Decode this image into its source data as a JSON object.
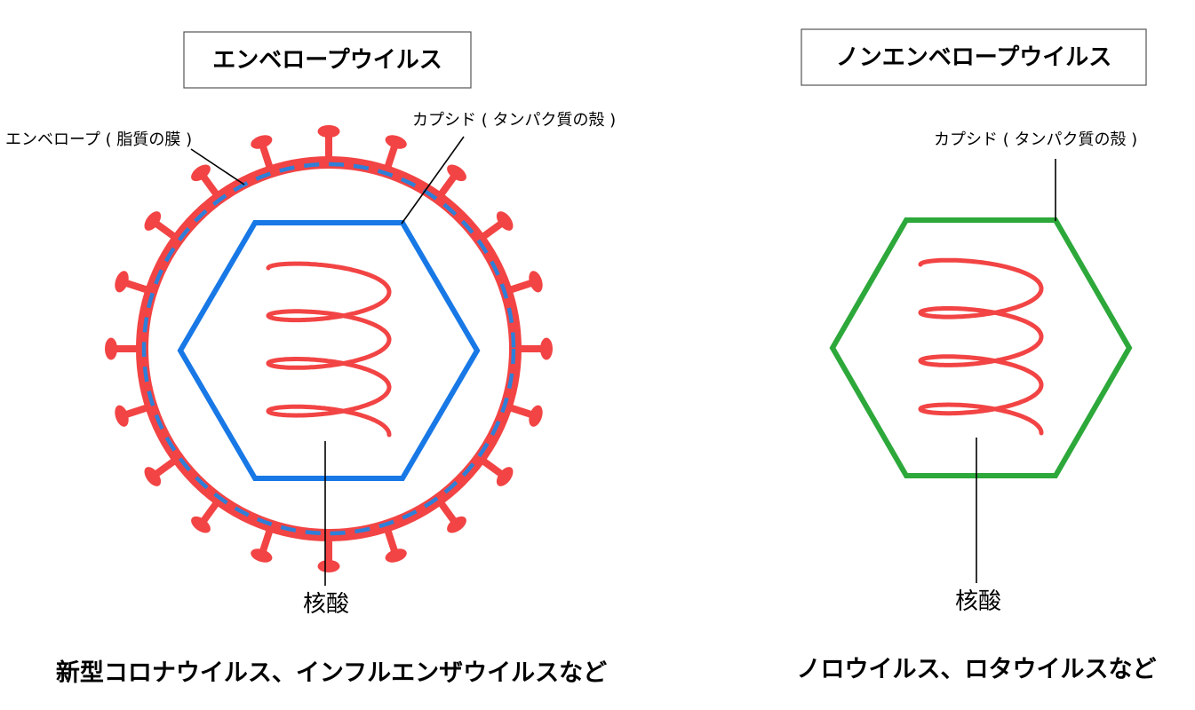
{
  "left_panel": {
    "title": "エンベロープウイルス",
    "envelope_label": "エンベロープ ( 脂質の膜 )",
    "capsid_label": "カプシド ( タンパク質の殻 )",
    "nucleic_acid_label": "核酸",
    "examples": "新型コロナウイルス、インフルエンザウイルスなど"
  },
  "right_panel": {
    "title": "ノンエンベロープウイルス",
    "capsid_label": "カプシド ( タンパク質の殻 )",
    "nucleic_acid_label": "核酸",
    "examples": "ノロウイルス、ロタウイルスなど"
  },
  "colors": {
    "envelope": "#f24444",
    "spike": "#f24444",
    "envelope_dash": "#2f7fd8",
    "capsid_envelope_virus": "#1878e6",
    "capsid_non_envelope_virus": "#2da83a",
    "nucleic_acid": "#f24444",
    "leader_line": "#000000"
  }
}
